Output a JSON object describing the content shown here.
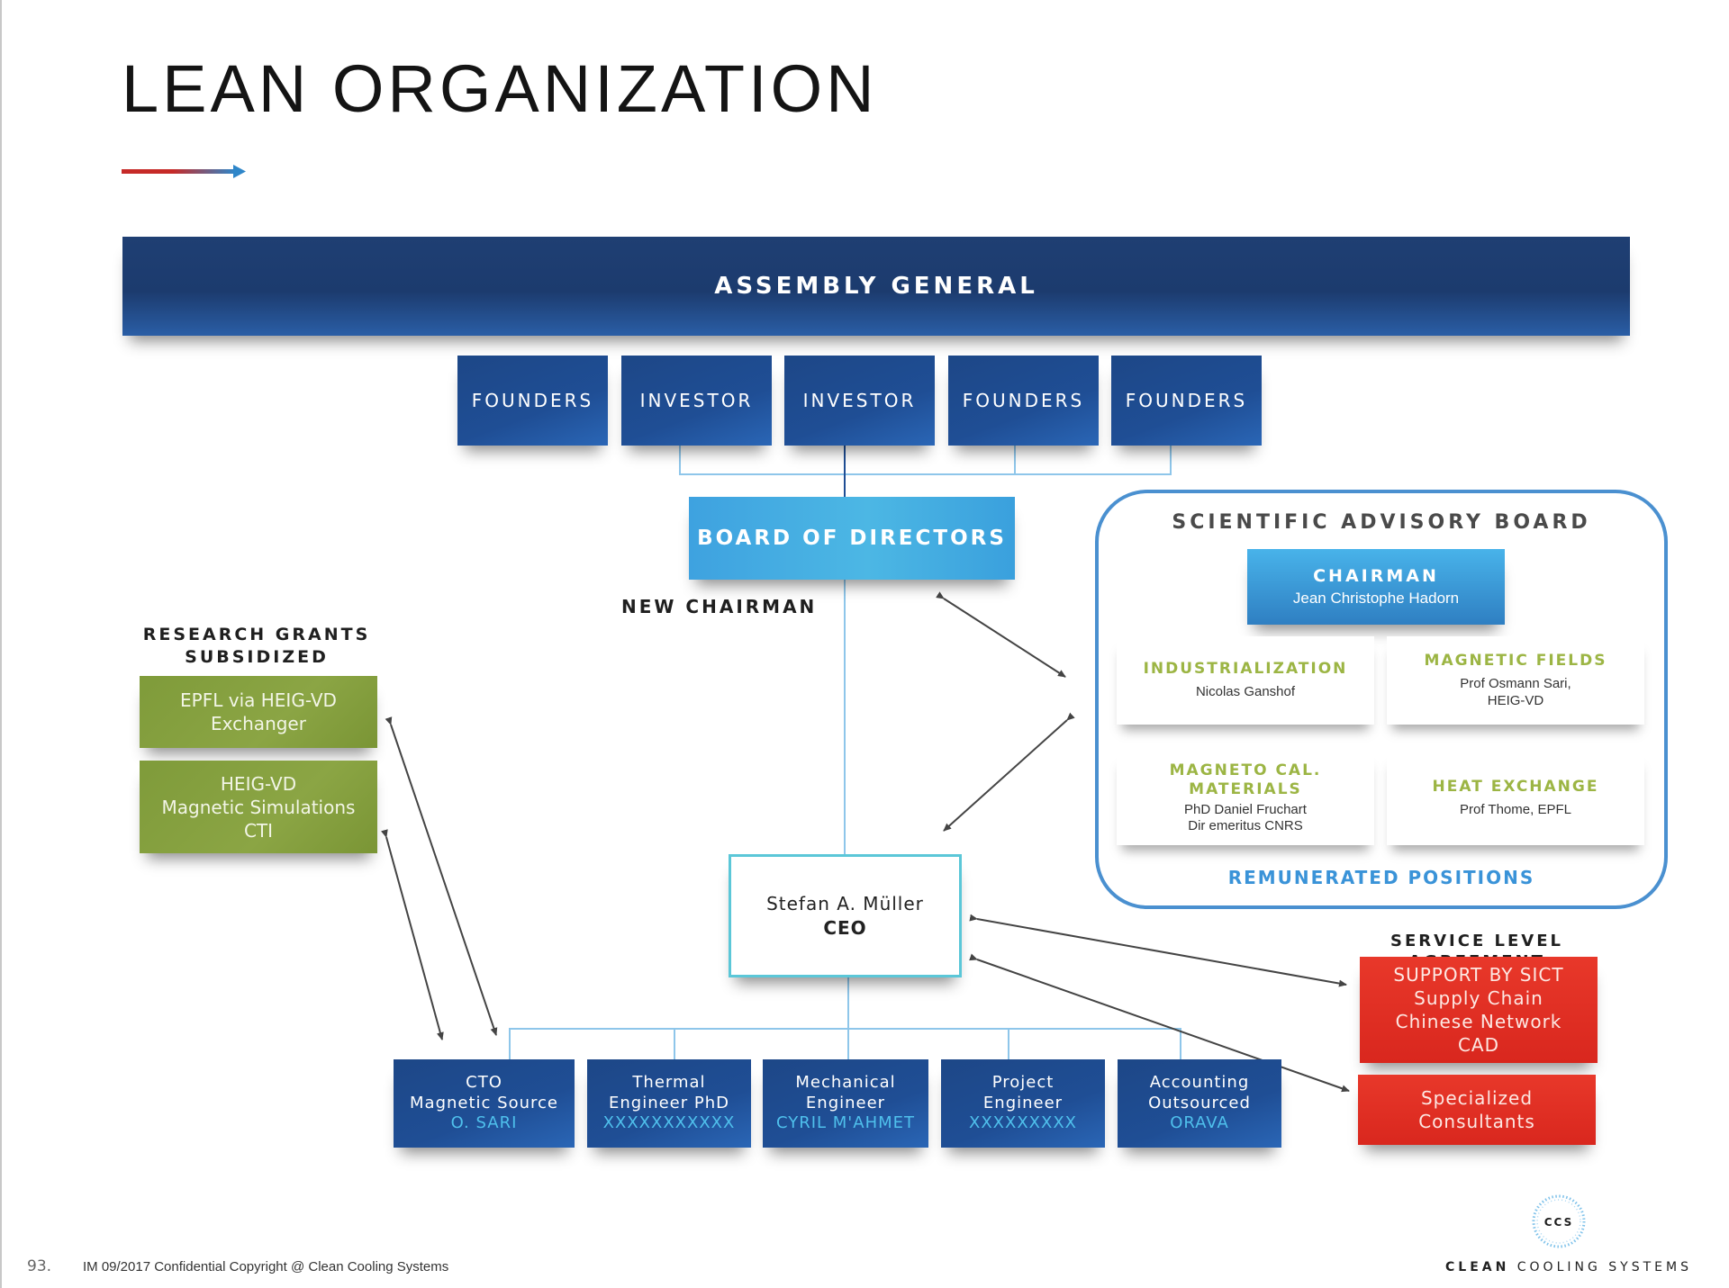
{
  "page_title": "LEAN ORGANIZATION",
  "assembly": "ASSEMBLY GENERAL",
  "shareholders": [
    "FOUNDERS",
    "INVESTOR",
    "INVESTOR",
    "FOUNDERS",
    "FOUNDERS"
  ],
  "board": "BOARD OF DIRECTORS",
  "new_chairman": "NEW CHAIRMAN",
  "research": {
    "heading_line1": "RESEARCH GRANTS",
    "heading_line2": "SUBSIDIZED",
    "grant1": [
      "EPFL via HEIG-VD",
      "Exchanger"
    ],
    "grant2": [
      "HEIG-VD",
      "Magnetic Simulations",
      "CTI"
    ]
  },
  "sab": {
    "title": "SCIENTIFIC ADVISORY BOARD",
    "chairman_role": "CHAIRMAN",
    "chairman_name": "Jean Christophe Hadorn",
    "cards": [
      {
        "heading": [
          "INDUSTRIALIZATION"
        ],
        "people": [
          "Nicolas Ganshof"
        ]
      },
      {
        "heading": [
          "MAGNETIC FIELDS"
        ],
        "people": [
          "Prof Osmann Sari,",
          "HEIG-VD"
        ]
      },
      {
        "heading": [
          "MAGNETO CAL.",
          "MATERIALS"
        ],
        "people": [
          "PhD Daniel Fruchart",
          "Dir emeritus CNRS"
        ]
      },
      {
        "heading": [
          "HEAT EXCHANGE"
        ],
        "people": [
          "Prof Thome, EPFL"
        ]
      }
    ],
    "footer": "REMUNERATED POSITIONS"
  },
  "ceo": {
    "name": "Stefan A. Müller",
    "role": "CEO"
  },
  "staff": [
    {
      "lines": [
        "CTO",
        "Magnetic Source"
      ],
      "who": "O. SARI"
    },
    {
      "lines": [
        "Thermal",
        "Engineer PhD"
      ],
      "who": "XXXXXXXXXXX"
    },
    {
      "lines": [
        "Mechanical",
        "Engineer"
      ],
      "who": "CYRIL M'AHMET"
    },
    {
      "lines": [
        "Project",
        "Engineer"
      ],
      "who": "XXXXXXXXX"
    },
    {
      "lines": [
        "Accounting",
        "Outsourced"
      ],
      "who": "ORAVA"
    }
  ],
  "sla": {
    "heading": "SERVICE LEVEL AGREEMENT",
    "support": [
      "SUPPORT BY SICT",
      "Supply Chain",
      "Chinese Network",
      "CAD"
    ],
    "consultants": [
      "Specialized",
      "Consultants"
    ]
  },
  "footer": {
    "page_number": "93.",
    "text": "IM 09/2017 Confidential Copyright @ Clean Cooling Systems",
    "logo_initials": "CCS",
    "brand_bold": "CLEAN",
    "brand_rest": " COOLING SYSTEMS"
  },
  "colors": {
    "navy": "#1f4e95",
    "sky": "#4cb7e4",
    "olive": "#8ba544",
    "red": "#e0301f",
    "cyan_text": "#4fc0ec",
    "green_heading": "#9cb544"
  }
}
